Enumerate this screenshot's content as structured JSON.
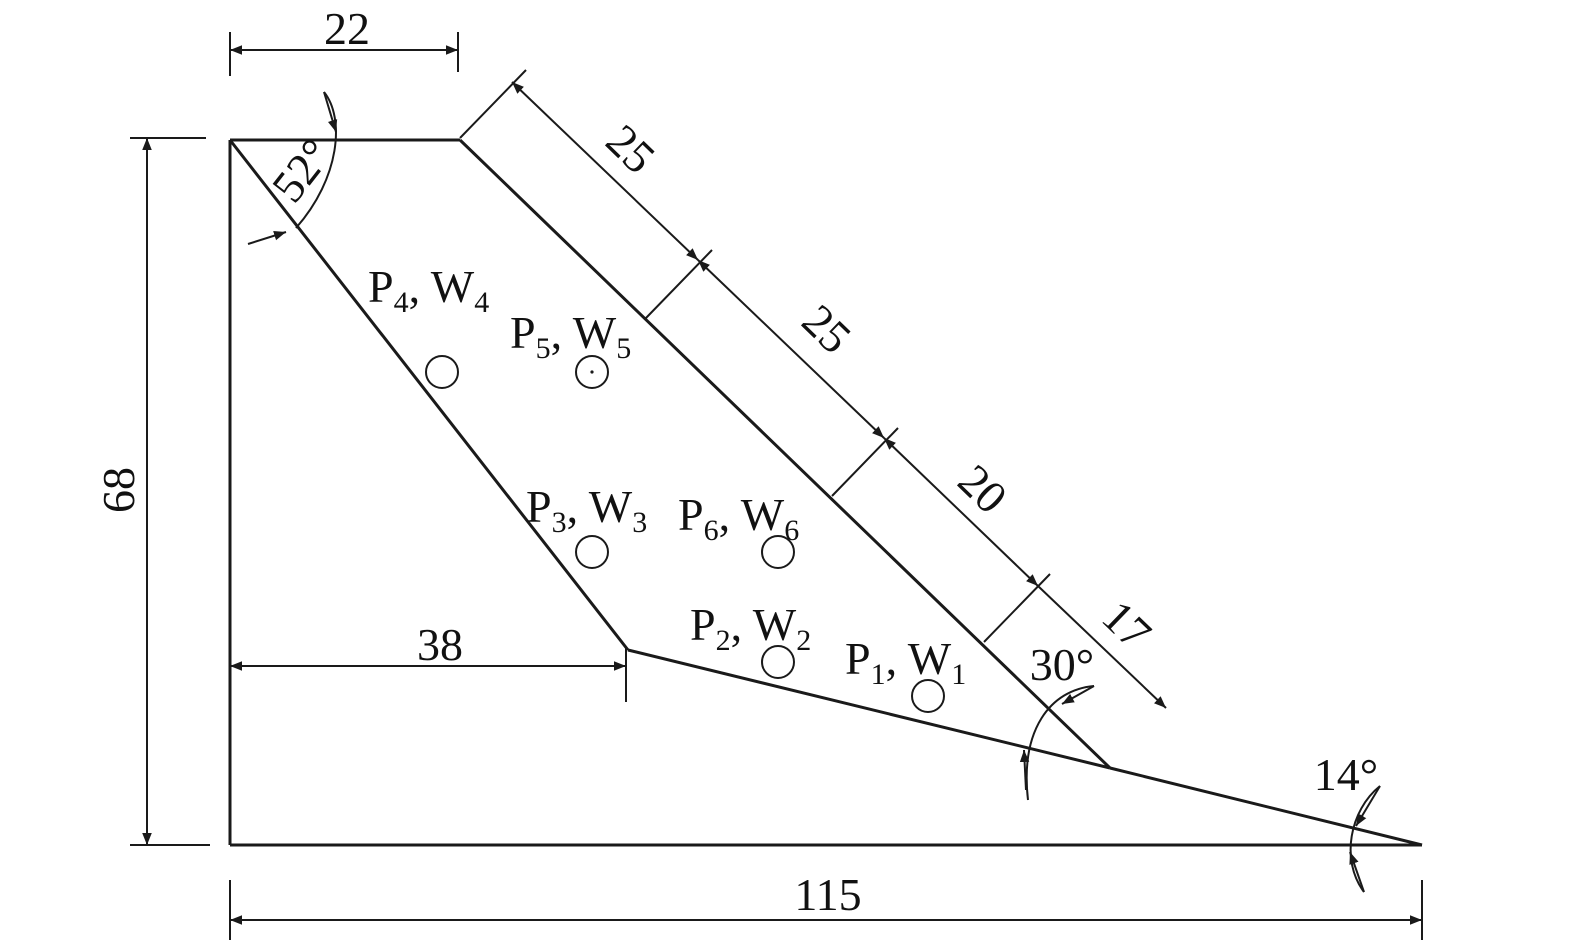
{
  "dimensions": {
    "top_width": "22",
    "height": "68",
    "base_width": "115",
    "mid_width": "38",
    "slope_seg_1": "25",
    "slope_seg_2": "25",
    "slope_seg_3": "20",
    "slope_seg_4": "17"
  },
  "angles": {
    "top_angle": "52°",
    "slope_angle": "30°",
    "toe_angle": "14°"
  },
  "points": [
    {
      "p": "P",
      "p_sub": "1",
      "w": "W",
      "w_sub": "1"
    },
    {
      "p": "P",
      "p_sub": "2",
      "w": "W",
      "w_sub": "2"
    },
    {
      "p": "P",
      "p_sub": "3",
      "w": "W",
      "w_sub": "3"
    },
    {
      "p": "P",
      "p_sub": "4",
      "w": "W",
      "w_sub": "4"
    },
    {
      "p": "P",
      "p_sub": "5",
      "w": "W",
      "w_sub": "5"
    },
    {
      "p": "P",
      "p_sub": "6",
      "w": "W",
      "w_sub": "6"
    }
  ],
  "separator": ", "
}
